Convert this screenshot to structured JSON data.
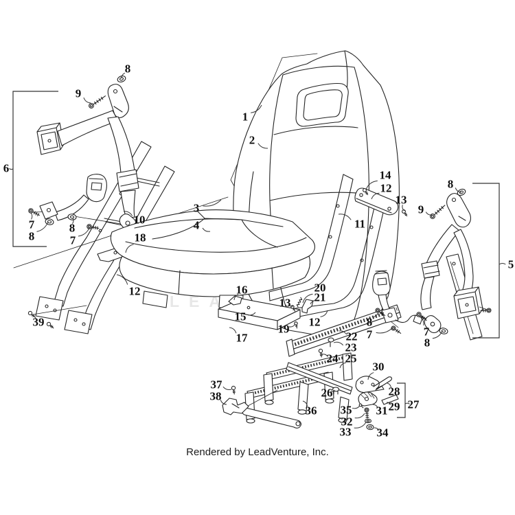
{
  "watermark": {
    "text": "LEADVENTURE"
  },
  "footer": {
    "caption": "Rendered by LeadVenture, Inc."
  },
  "callouts": [
    {
      "n": "1",
      "label": [
        357,
        170
      ],
      "target": [
        381,
        153
      ]
    },
    {
      "n": "2",
      "label": [
        367,
        204
      ],
      "target": [
        390,
        216
      ]
    },
    {
      "n": "3",
      "label": [
        286,
        303
      ],
      "target": [
        322,
        291
      ]
    },
    {
      "n": "4",
      "label": [
        286,
        328
      ],
      "target": [
        306,
        337
      ]
    },
    {
      "n": "6",
      "label": [
        9,
        245
      ],
      "target": [
        19,
        246
      ]
    },
    {
      "n": "8",
      "label": [
        186,
        100
      ],
      "target": [
        177,
        114
      ]
    },
    {
      "n": "9",
      "label": [
        114,
        136
      ],
      "target": [
        132,
        150
      ]
    },
    {
      "n": "7",
      "label": [
        46,
        327
      ],
      "target": [
        45,
        310
      ]
    },
    {
      "n": "8",
      "label": [
        46,
        344
      ],
      "target": [
        70,
        323
      ]
    },
    {
      "n": "8",
      "label": [
        105,
        332
      ],
      "target": [
        106,
        318
      ]
    },
    {
      "n": "7",
      "label": [
        106,
        350
      ],
      "target": [
        130,
        332
      ]
    },
    {
      "n": "10",
      "label": [
        203,
        320
      ],
      "target": [
        180,
        308
      ]
    },
    {
      "n": "18",
      "label": [
        204,
        346
      ],
      "target": [
        183,
        368
      ]
    },
    {
      "n": "12",
      "label": [
        196,
        424
      ],
      "target": [
        170,
        400
      ]
    },
    {
      "n": "39",
      "label": [
        56,
        469
      ],
      "target": [
        47,
        459
      ]
    },
    {
      "n": "14",
      "label": [
        561,
        255
      ],
      "target": [
        533,
        276
      ]
    },
    {
      "n": "12",
      "label": [
        562,
        274
      ],
      "target": [
        541,
        290
      ]
    },
    {
      "n": "13",
      "label": [
        584,
        291
      ],
      "target": [
        589,
        307
      ]
    },
    {
      "n": "11",
      "label": [
        524,
        326
      ],
      "target": [
        493,
        312
      ]
    },
    {
      "n": "8",
      "label": [
        656,
        268
      ],
      "target": [
        672,
        280
      ]
    },
    {
      "n": "9",
      "label": [
        613,
        305
      ],
      "target": [
        629,
        313
      ]
    },
    {
      "n": "5",
      "label": [
        744,
        385
      ],
      "target": [
        727,
        385
      ]
    },
    {
      "n": "16",
      "label": [
        352,
        422
      ],
      "target": [
        341,
        437
      ]
    },
    {
      "n": "15",
      "label": [
        350,
        461
      ],
      "target": [
        372,
        455
      ]
    },
    {
      "n": "17",
      "label": [
        352,
        492
      ],
      "target": [
        334,
        477
      ]
    },
    {
      "n": "13",
      "label": [
        415,
        441
      ],
      "target": [
        427,
        446
      ]
    },
    {
      "n": "20",
      "label": [
        466,
        419
      ],
      "target": [
        441,
        441
      ]
    },
    {
      "n": "21",
      "label": [
        466,
        433
      ],
      "target": [
        452,
        443
      ]
    },
    {
      "n": "19",
      "label": [
        413,
        479
      ],
      "target": [
        430,
        472
      ]
    },
    {
      "n": "12",
      "label": [
        458,
        469
      ],
      "target": [
        477,
        452
      ]
    },
    {
      "n": "22",
      "label": [
        512,
        490
      ],
      "target": [
        494,
        482
      ]
    },
    {
      "n": "23",
      "label": [
        511,
        506
      ],
      "target": [
        486,
        499
      ]
    },
    {
      "n": "24",
      "label": [
        484,
        522
      ],
      "target": [
        469,
        516
      ]
    },
    {
      "n": "25",
      "label": [
        511,
        522
      ],
      "target": [
        495,
        536
      ]
    },
    {
      "n": "26",
      "label": [
        476,
        572
      ],
      "target": [
        488,
        568
      ]
    },
    {
      "n": "36",
      "label": [
        453,
        598
      ],
      "target": [
        441,
        584
      ]
    },
    {
      "n": "37",
      "label": [
        315,
        560
      ],
      "target": [
        337,
        567
      ]
    },
    {
      "n": "38",
      "label": [
        314,
        577
      ],
      "target": [
        330,
        589
      ]
    },
    {
      "n": "30",
      "label": [
        551,
        534
      ],
      "target": [
        536,
        553
      ]
    },
    {
      "n": "28",
      "label": [
        574,
        570
      ],
      "target": [
        564,
        558
      ]
    },
    {
      "n": "29",
      "label": [
        574,
        592
      ],
      "target": [
        563,
        586
      ]
    },
    {
      "n": "27",
      "label": [
        602,
        589
      ],
      "target": [
        590,
        588
      ]
    },
    {
      "n": "35",
      "label": [
        504,
        597
      ],
      "target": [
        524,
        591
      ]
    },
    {
      "n": "31",
      "label": [
        556,
        598
      ],
      "target": [
        543,
        589
      ]
    },
    {
      "n": "32",
      "label": [
        505,
        614
      ],
      "target": [
        531,
        602
      ]
    },
    {
      "n": "33",
      "label": [
        503,
        629
      ],
      "target": [
        533,
        615
      ]
    },
    {
      "n": "34",
      "label": [
        557,
        630
      ],
      "target": [
        545,
        623
      ]
    },
    {
      "n": "8",
      "label": [
        538,
        469
      ],
      "target": [
        551,
        453
      ]
    },
    {
      "n": "7",
      "label": [
        538,
        487
      ],
      "target": [
        571,
        478
      ]
    },
    {
      "n": "7",
      "label": [
        621,
        483
      ],
      "target": [
        611,
        461
      ]
    },
    {
      "n": "8",
      "label": [
        622,
        499
      ],
      "target": [
        644,
        482
      ]
    }
  ]
}
